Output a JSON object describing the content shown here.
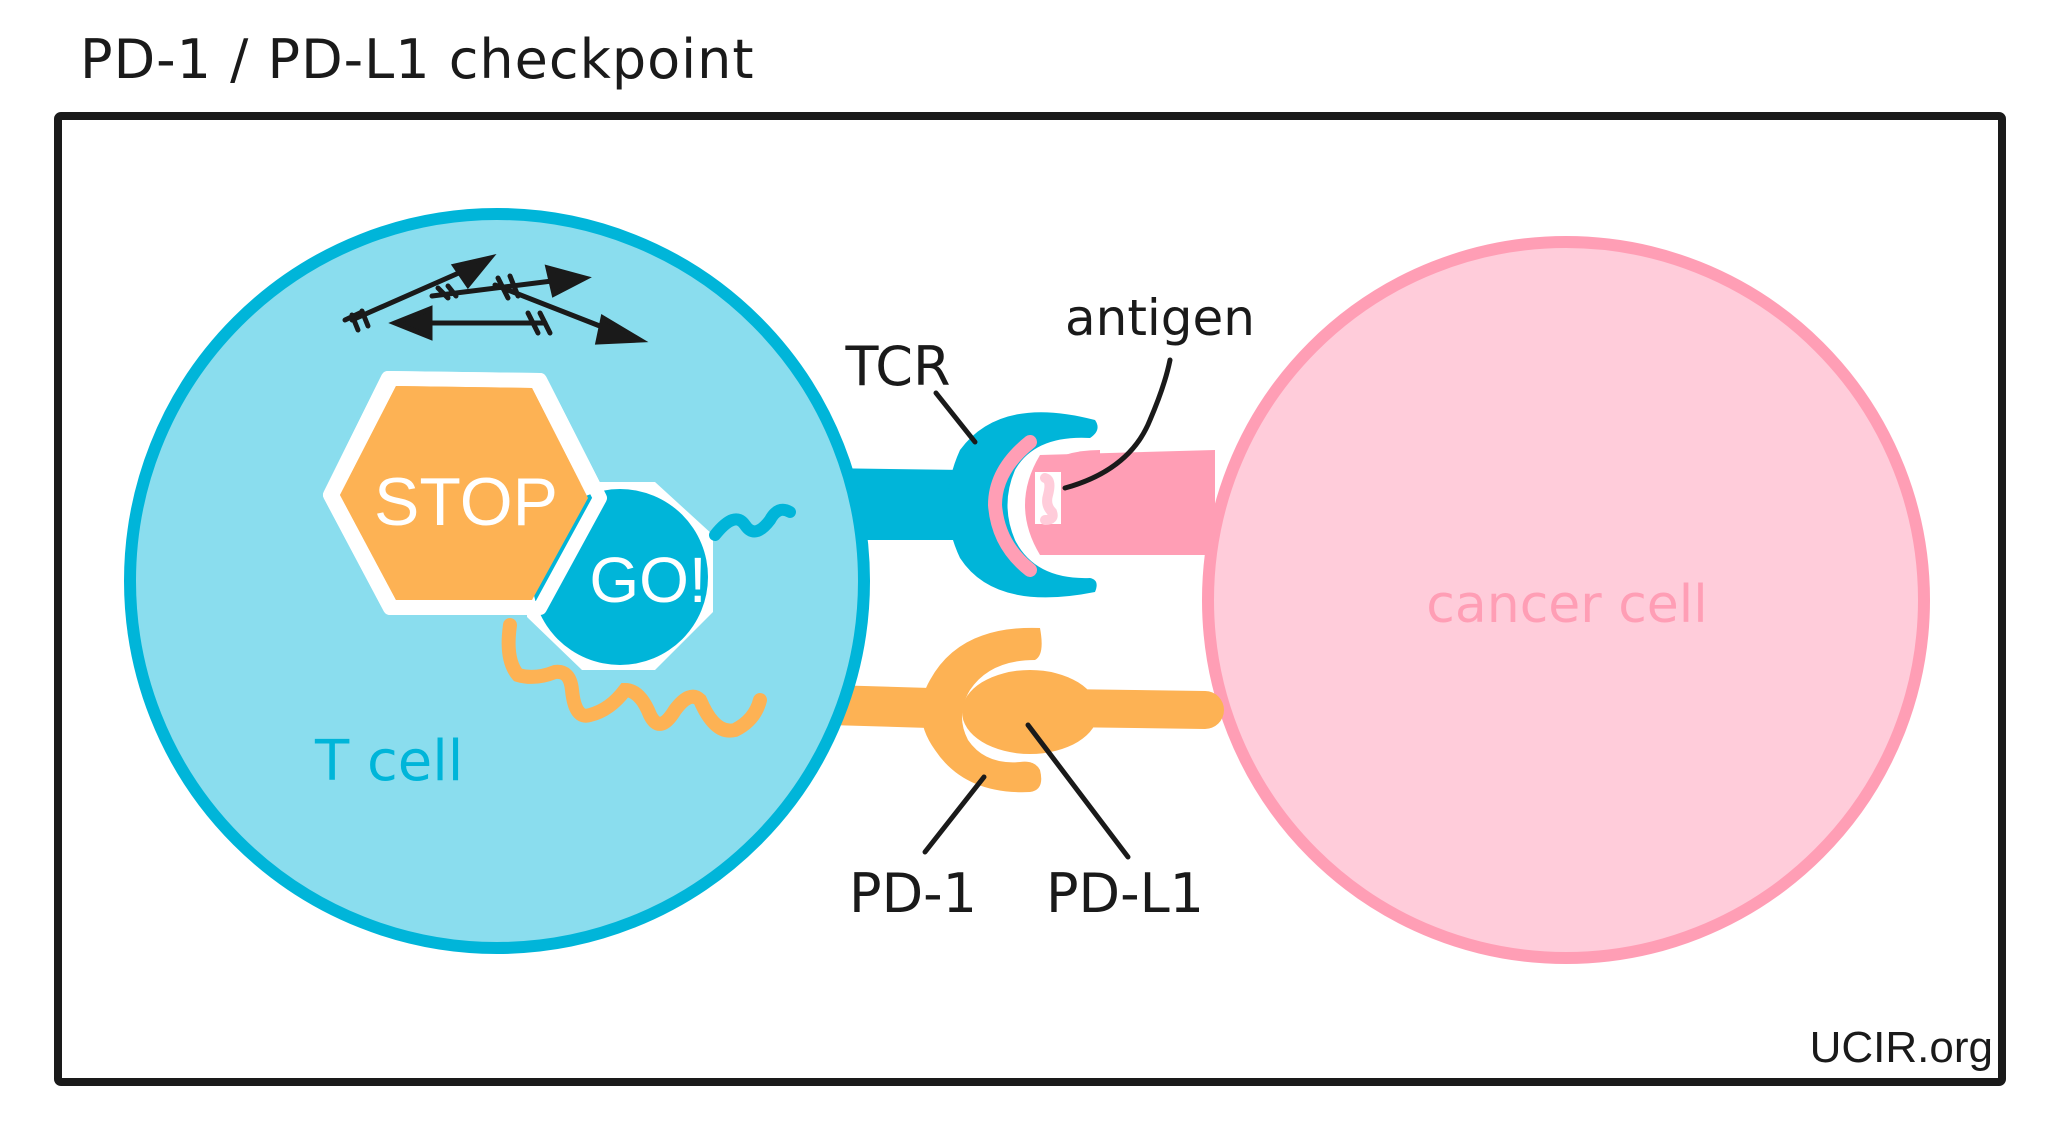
{
  "title": "PD-1 / PD-L1 checkpoint",
  "colors": {
    "tcell_fill": "#8ADDEE",
    "tcell_stroke": "#00B5D9",
    "cancer_fill": "#FFCCDA",
    "cancer_stroke": "#FF9EB5",
    "orange": "#FDB254",
    "black": "#1a1a1a",
    "white": "#ffffff"
  },
  "cells": {
    "tcell_label": "T cell",
    "cancer_label": "cancer cell"
  },
  "signals": {
    "stop_label": "STOP",
    "go_label": "GO!"
  },
  "labels": {
    "tcr": "TCR",
    "antigen": "antigen",
    "pd1": "PD-1",
    "pdl1": "PD-L1"
  },
  "watermark": "UCIR.org"
}
